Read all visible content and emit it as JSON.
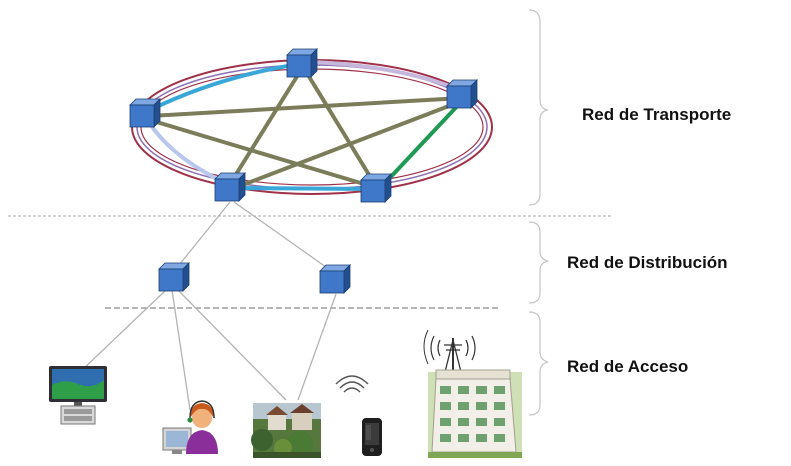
{
  "labels": {
    "transport": "Red de Transporte",
    "distribution": "Red de Distribución",
    "access": "Red de Acceso"
  },
  "colors": {
    "switch_face": "#3f77c9",
    "switch_top": "#7fa8e3",
    "switch_side": "#22508f",
    "ring_outer": "#a0314a",
    "ring_inner": "#8c6fb5",
    "link_olive": "#7b7d5a",
    "link_cyan": "#3aa7d9",
    "link_green": "#1f9a55",
    "link_grey": "#b3b3b3",
    "divider": "#b9b9b9",
    "bracket": "#c8c8c8"
  },
  "icons": [
    "switch-icon",
    "tv-monitor-icon",
    "operator-user-icon",
    "houses-photo-icon",
    "wifi-signal-icon",
    "mobile-phone-icon",
    "antenna-icon",
    "building-icon"
  ]
}
